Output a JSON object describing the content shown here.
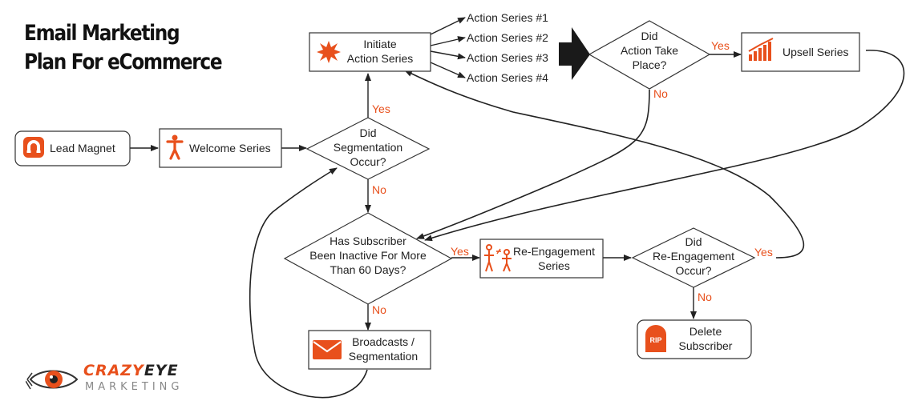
{
  "title": {
    "line1": "Email Marketing",
    "line2": "Plan For eCommerce"
  },
  "nodes": {
    "lead_magnet": "Lead Magnet",
    "welcome_series": "Welcome Series",
    "segmentation_q": [
      "Did",
      "Segmentation",
      "Occur?"
    ],
    "initiate_action": [
      "Initiate",
      "Action Series"
    ],
    "action_series": [
      "Action Series #1",
      "Action Series #2",
      "Action Series #3",
      "Action Series #4"
    ],
    "action_q": [
      "Did",
      "Action Take",
      "Place?"
    ],
    "upsell_series": "Upsell Series",
    "inactive_q": [
      "Has Subscriber",
      "Been Inactive For More",
      "Than 60 Days?"
    ],
    "reengagement_series": [
      "Re-Engagement",
      "Series"
    ],
    "reengagement_q": [
      "Did",
      "Re-Engagement",
      "Occur?"
    ],
    "broadcasts": [
      "Broadcasts /",
      "Segmentation"
    ],
    "delete_subscriber": [
      "Delete",
      "Subscriber"
    ]
  },
  "edge_labels": {
    "yes": "Yes",
    "no": "No"
  },
  "icons": {
    "lead_magnet": "magnet-icon",
    "welcome_series": "person-icon",
    "initiate_action": "starburst-icon",
    "upsell_series": "growth-chart-icon",
    "reengagement_series": "people-icon",
    "broadcasts": "envelope-icon",
    "delete_subscriber": "tombstone-icon",
    "tombstone_text": "RIP"
  },
  "logo": {
    "word1": "CRAZY",
    "word2": "EYE",
    "sub": "MARKETING"
  },
  "colors": {
    "accent": "#e8501c",
    "line": "#222222"
  }
}
